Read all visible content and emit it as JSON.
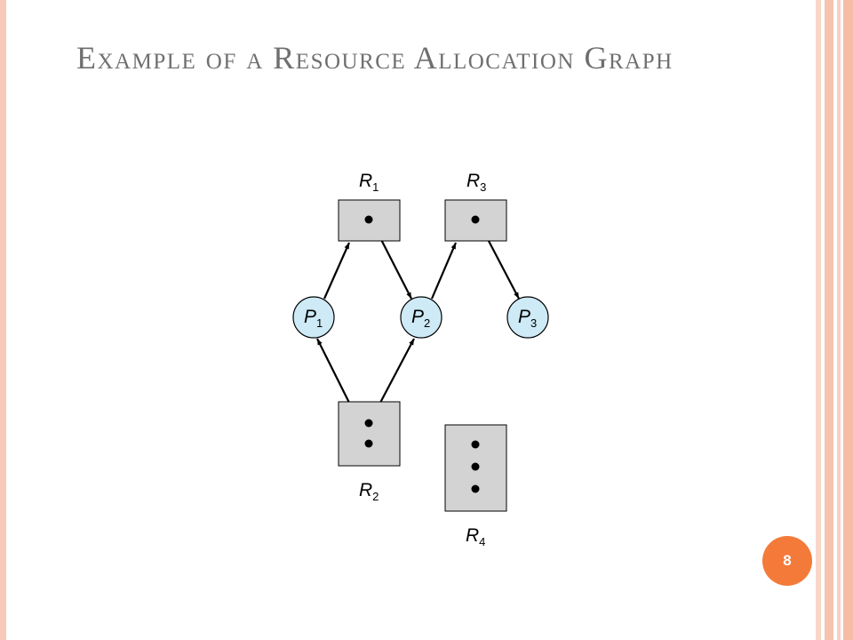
{
  "slide": {
    "title": "Example of a Resource Allocation Graph",
    "page_number": "8"
  },
  "diagram": {
    "type": "resource-allocation-graph",
    "colors": {
      "resource_fill": "#d3d3d3",
      "process_fill": "#cdeaf6",
      "outline": "#000000",
      "accent": "#f47a3a",
      "title": "#6f6f6f"
    },
    "processes": [
      {
        "id": "P1",
        "letter": "P",
        "sub": "1"
      },
      {
        "id": "P2",
        "letter": "P",
        "sub": "2"
      },
      {
        "id": "P3",
        "letter": "P",
        "sub": "3"
      }
    ],
    "resources": [
      {
        "id": "R1",
        "letter": "R",
        "sub": "1",
        "instances": 1
      },
      {
        "id": "R2",
        "letter": "R",
        "sub": "2",
        "instances": 2
      },
      {
        "id": "R3",
        "letter": "R",
        "sub": "3",
        "instances": 1
      },
      {
        "id": "R4",
        "letter": "R",
        "sub": "4",
        "instances": 3
      }
    ],
    "edges": [
      {
        "from": "P1",
        "to": "R1",
        "kind": "request"
      },
      {
        "from": "R1",
        "to": "P2",
        "kind": "assignment"
      },
      {
        "from": "P2",
        "to": "R3",
        "kind": "request"
      },
      {
        "from": "R3",
        "to": "P3",
        "kind": "assignment"
      },
      {
        "from": "R2",
        "to": "P1",
        "kind": "assignment"
      },
      {
        "from": "R2",
        "to": "P2",
        "kind": "assignment"
      }
    ]
  }
}
